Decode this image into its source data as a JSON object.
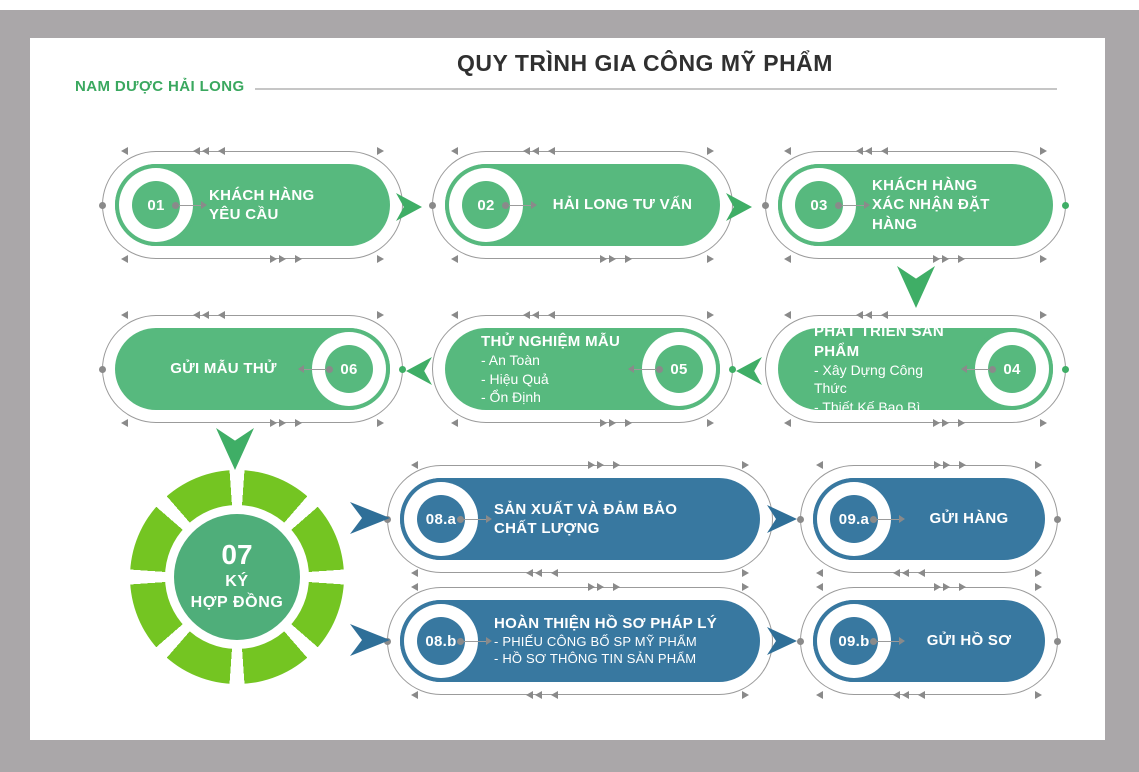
{
  "header": {
    "brand": "NAM DƯỢC HẢI LONG",
    "title": "QUY TRÌNH GIA CÔNG MỸ PHẨM"
  },
  "colors": {
    "pill_green": "#57b97e",
    "pill_blue": "#3878a0",
    "gear_ring_green": "#74c522",
    "gear_center_green": "#4fae7a",
    "arrow_green": "#3fae66",
    "arrow_blue": "#2f6f98",
    "frame_gray": "#aaa7a9",
    "brand_green": "#3aa85f",
    "decor_gray": "#8a8a8a"
  },
  "steps": [
    {
      "num": "01",
      "lines": [
        "KHÁCH HÀNG",
        "YÊU CẦU"
      ]
    },
    {
      "num": "02",
      "lines": [
        "HẢI LONG TƯ VẤN"
      ]
    },
    {
      "num": "03",
      "lines": [
        "KHÁCH HÀNG",
        "XÁC NHẬN ĐẶT HÀNG"
      ]
    },
    {
      "num": "04",
      "lines": [
        "PHÁT TRIỂN SẢN PHẨM"
      ],
      "bullets": [
        "- Xây Dựng Công Thức",
        "- Thiết Kế Bao Bì"
      ]
    },
    {
      "num": "05",
      "lines": [
        "THỬ NGHIỆM MẪU"
      ],
      "bullets": [
        "- An Toàn",
        "- Hiệu Quả",
        "- Ổn Định"
      ]
    },
    {
      "num": "06",
      "lines": [
        "GỬI MẪU THỬ"
      ]
    },
    {
      "num": "07",
      "lines": [
        "KÝ",
        "HỢP ĐỒNG"
      ]
    },
    {
      "num": "08.a",
      "lines": [
        "SẢN XUẤT VÀ ĐẢM BẢO",
        "CHẤT LƯỢNG"
      ]
    },
    {
      "num": "09.a",
      "lines": [
        "GỬI HÀNG"
      ]
    },
    {
      "num": "08.b",
      "lines": [
        "HOÀN THIỆN HỒ SƠ PHÁP LÝ"
      ],
      "bullets": [
        "- PHIẾU CÔNG BỐ SP MỸ PHẨM",
        "- HỒ SƠ THÔNG TIN SẢN PHẨM"
      ]
    },
    {
      "num": "09.b",
      "lines": [
        "GỬI HỒ SƠ"
      ]
    }
  ]
}
